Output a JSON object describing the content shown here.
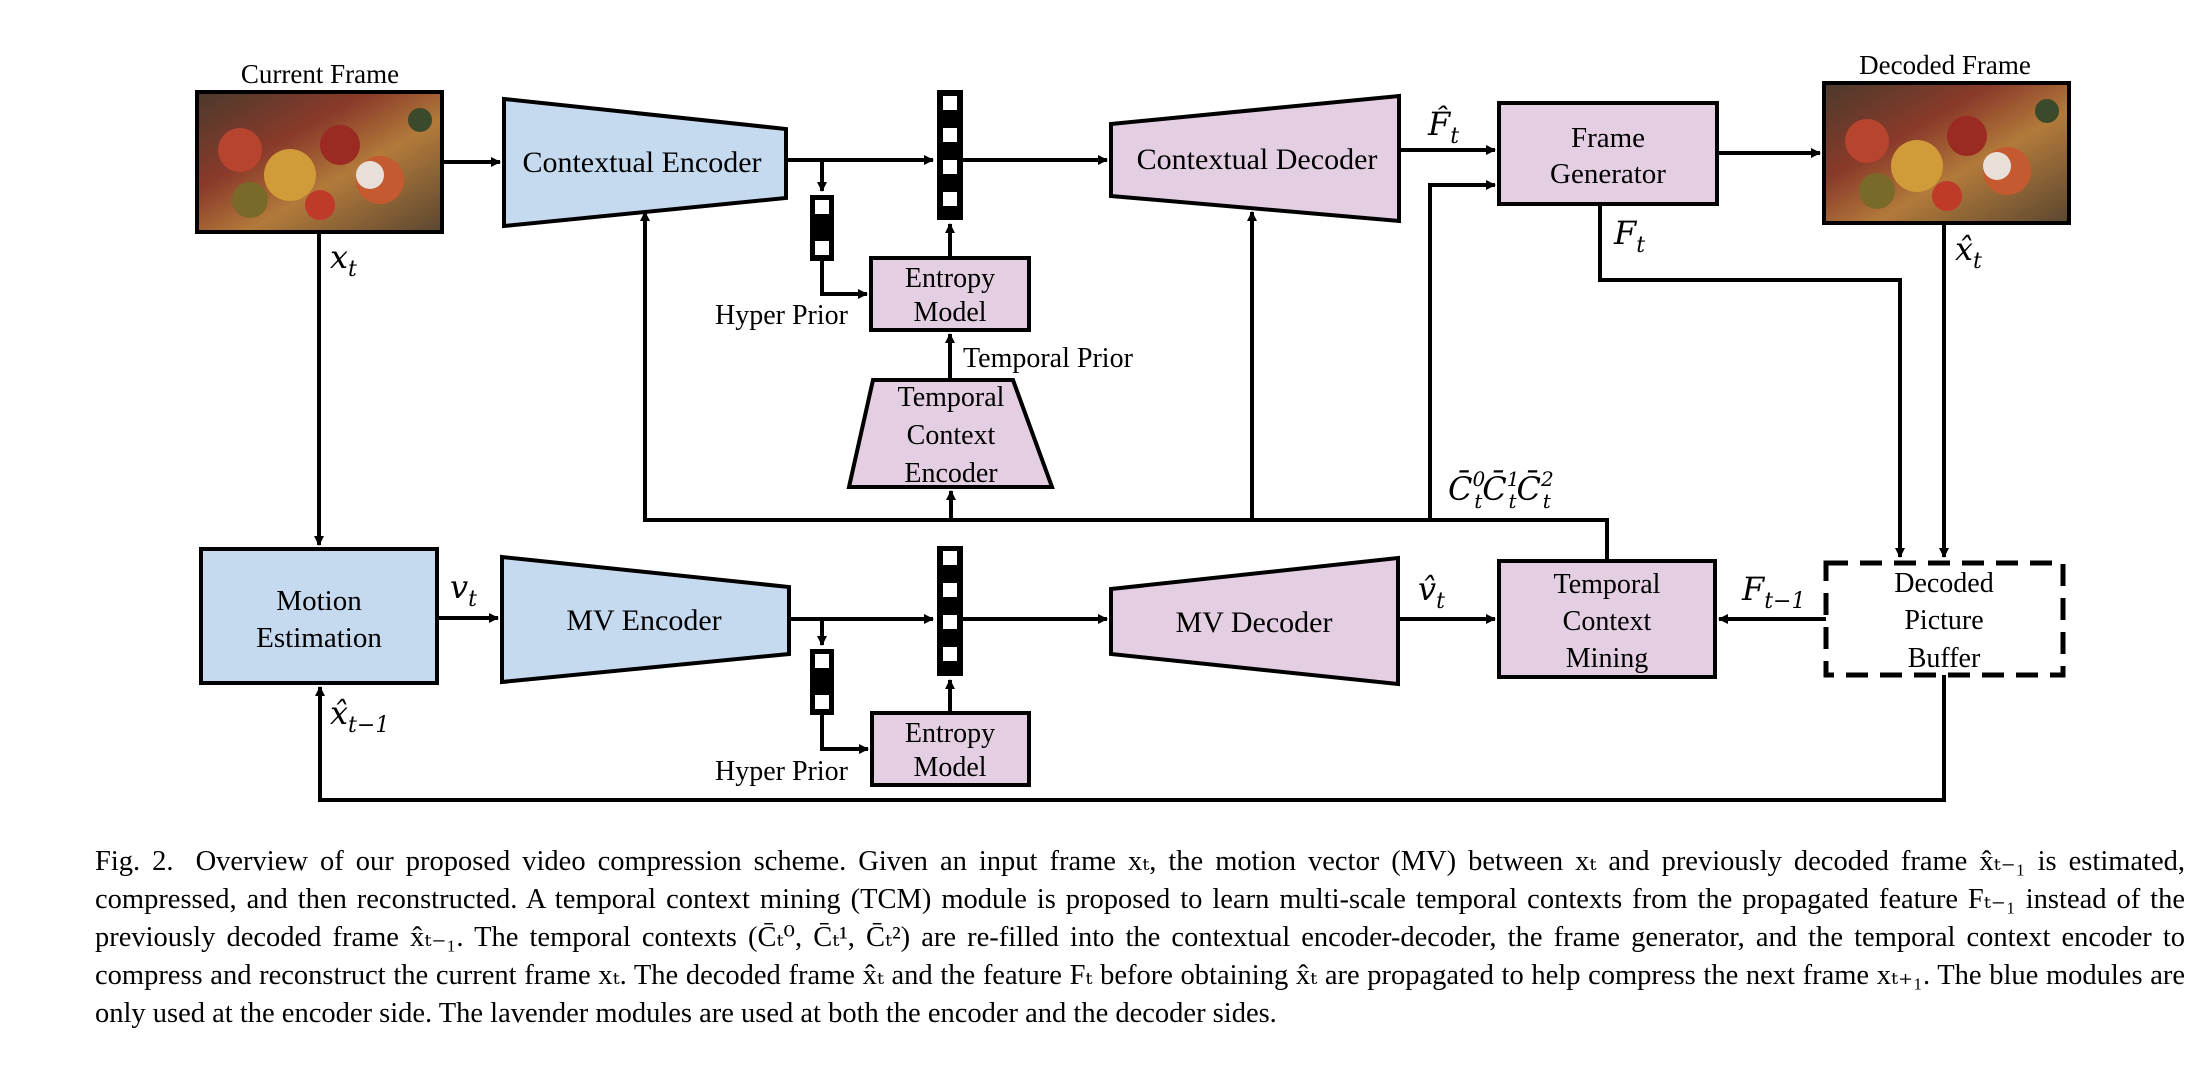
{
  "diagram": {
    "labels": {
      "current_frame": "Current Frame",
      "decoded_frame": "Decoded Frame",
      "contextual_encoder": "Contextual Encoder",
      "contextual_decoder": "Contextual Decoder",
      "frame_generator": [
        "Frame",
        "Generator"
      ],
      "entropy_model": [
        "Entropy",
        "Model"
      ],
      "hyper_prior": "Hyper Prior",
      "temporal_prior": "Temporal Prior",
      "temporal_context_encoder": [
        "Temporal",
        "Context",
        "Encoder"
      ],
      "motion_estimation": [
        "Motion",
        "Estimation"
      ],
      "mv_encoder": "MV Encoder",
      "mv_decoder": "MV Decoder",
      "temporal_context_mining": [
        "Temporal",
        "Context",
        "Mining"
      ],
      "decoded_picture_buffer": [
        "Decoded",
        "Picture",
        "Buffer"
      ]
    },
    "math": {
      "x_t": "x",
      "x_t_sub": "t",
      "F_hat": "F̂",
      "F_hat_sub": "t",
      "F_t": "F",
      "F_t_sub": "t",
      "x_hat_t": "x̂",
      "x_hat_t_sub": "t",
      "v_t": "v",
      "v_t_sub": "t",
      "v_hat_t": "v̂",
      "v_hat_t_sub": "t",
      "F_t_minus_1": "F",
      "F_t_minus_1_sub": "t−1",
      "x_hat_t_minus_1": "x̂",
      "x_hat_t_minus_1_sub": "t−1",
      "c0": "C̄",
      "c0_sub": "t",
      "c0_sup": "0",
      "c1": "C̄",
      "c1_sub": "t",
      "c1_sup": "1",
      "c2": "C̄",
      "c2_sub": "t",
      "c2_sup": "2"
    },
    "colors": {
      "encoder_only_blue": "#c5d9ef",
      "shared_lavender": "#e4cfe2",
      "stroke": "#000000"
    }
  },
  "caption": {
    "fig_label": "Fig. 2.",
    "text": "Overview of our proposed video compression scheme. Given an input frame xₜ, the motion vector (MV) between xₜ and previously decoded frame x̂ₜ₋₁ is estimated, compressed, and then reconstructed. A temporal context mining (TCM) module is proposed to learn multi-scale temporal contexts from the propagated feature Fₜ₋₁ instead of the previously decoded frame x̂ₜ₋₁. The temporal contexts (C̄ₜ⁰, C̄ₜ¹, C̄ₜ²) are re-filled into the contextual encoder-decoder, the frame generator, and the temporal context encoder to compress and reconstruct the current frame xₜ. The decoded frame x̂ₜ and the feature Fₜ before obtaining x̂ₜ are propagated to help compress the next frame xₜ₊₁. The blue modules are only used at the encoder side. The lavender modules are used at both the encoder and the decoder sides."
  }
}
